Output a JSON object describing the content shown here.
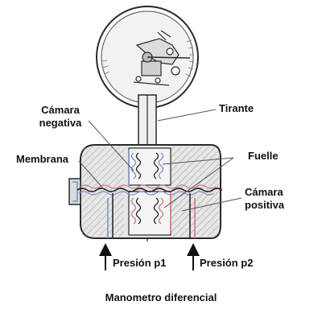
{
  "labels": {
    "camara_negativa": [
      "Cámara",
      "negativa"
    ],
    "tirante": "Tirante",
    "membrana": "Membrana",
    "fuelle": "Fuelle",
    "camara_positiva": [
      "Cámara",
      "positiva"
    ],
    "presion_p1": "Presión p1",
    "presion_p2": "Presión p2"
  },
  "caption": "Manometro diferencial",
  "colors": {
    "line": "#2a2a2a",
    "body_fill": "#e6e6e6",
    "hatch": "#9a9a9a",
    "dial_fill": "#f2f2f2",
    "blue_channel": "#7f93c8",
    "red_channel": "#d37a7a",
    "text": "#111111"
  }
}
